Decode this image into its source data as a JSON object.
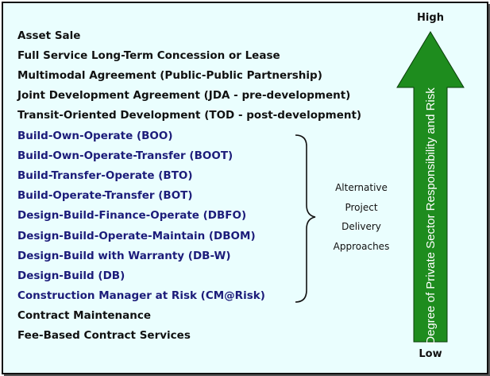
{
  "items": [
    {
      "label": "Asset Sale",
      "color": "#111111"
    },
    {
      "label": "Full Service Long-Term Concession or Lease",
      "color": "#111111"
    },
    {
      "label": "Multimodal Agreement (Public-Public Partnership)",
      "color": "#111111"
    },
    {
      "label": "Joint Development Agreement (JDA - pre-development)",
      "color": "#111111"
    },
    {
      "label": "Transit-Oriented Development (TOD - post-development)",
      "color": "#111111"
    },
    {
      "label": "Build-Own-Operate (BOO)",
      "color": "#1c1c7a"
    },
    {
      "label": "Build-Own-Operate-Transfer (BOOT)",
      "color": "#1c1c7a"
    },
    {
      "label": "Build-Transfer-Operate (BTO)",
      "color": "#1c1c7a"
    },
    {
      "label": "Build-Operate-Transfer (BOT)",
      "color": "#1c1c7a"
    },
    {
      "label": "Design-Build-Finance-Operate (DBFO)",
      "color": "#1c1c7a"
    },
    {
      "label": "Design-Build-Operate-Maintain (DBOM)",
      "color": "#1c1c7a"
    },
    {
      "label": "Design-Build with Warranty (DB-W)",
      "color": "#1c1c7a"
    },
    {
      "label": "Design-Build (DB)",
      "color": "#1c1c7a"
    },
    {
      "label": "Construction Manager at Risk (CM@Risk)",
      "color": "#1c1c7a"
    },
    {
      "label": "Contract Maintenance",
      "color": "#111111"
    },
    {
      "label": "Fee-Based Contract Services",
      "color": "#111111"
    }
  ],
  "bracket": {
    "lines": [
      "Alternative",
      "Project",
      "Delivery",
      "Approaches"
    ]
  },
  "arrow": {
    "label": "Degree of Private Sector Responsibility and Risk",
    "high_label": "High",
    "low_label": "Low",
    "fill_color": "#1e8c1e",
    "text_color": "#ffffff"
  },
  "colors": {
    "background": "#eafefe",
    "border": "#111111"
  }
}
